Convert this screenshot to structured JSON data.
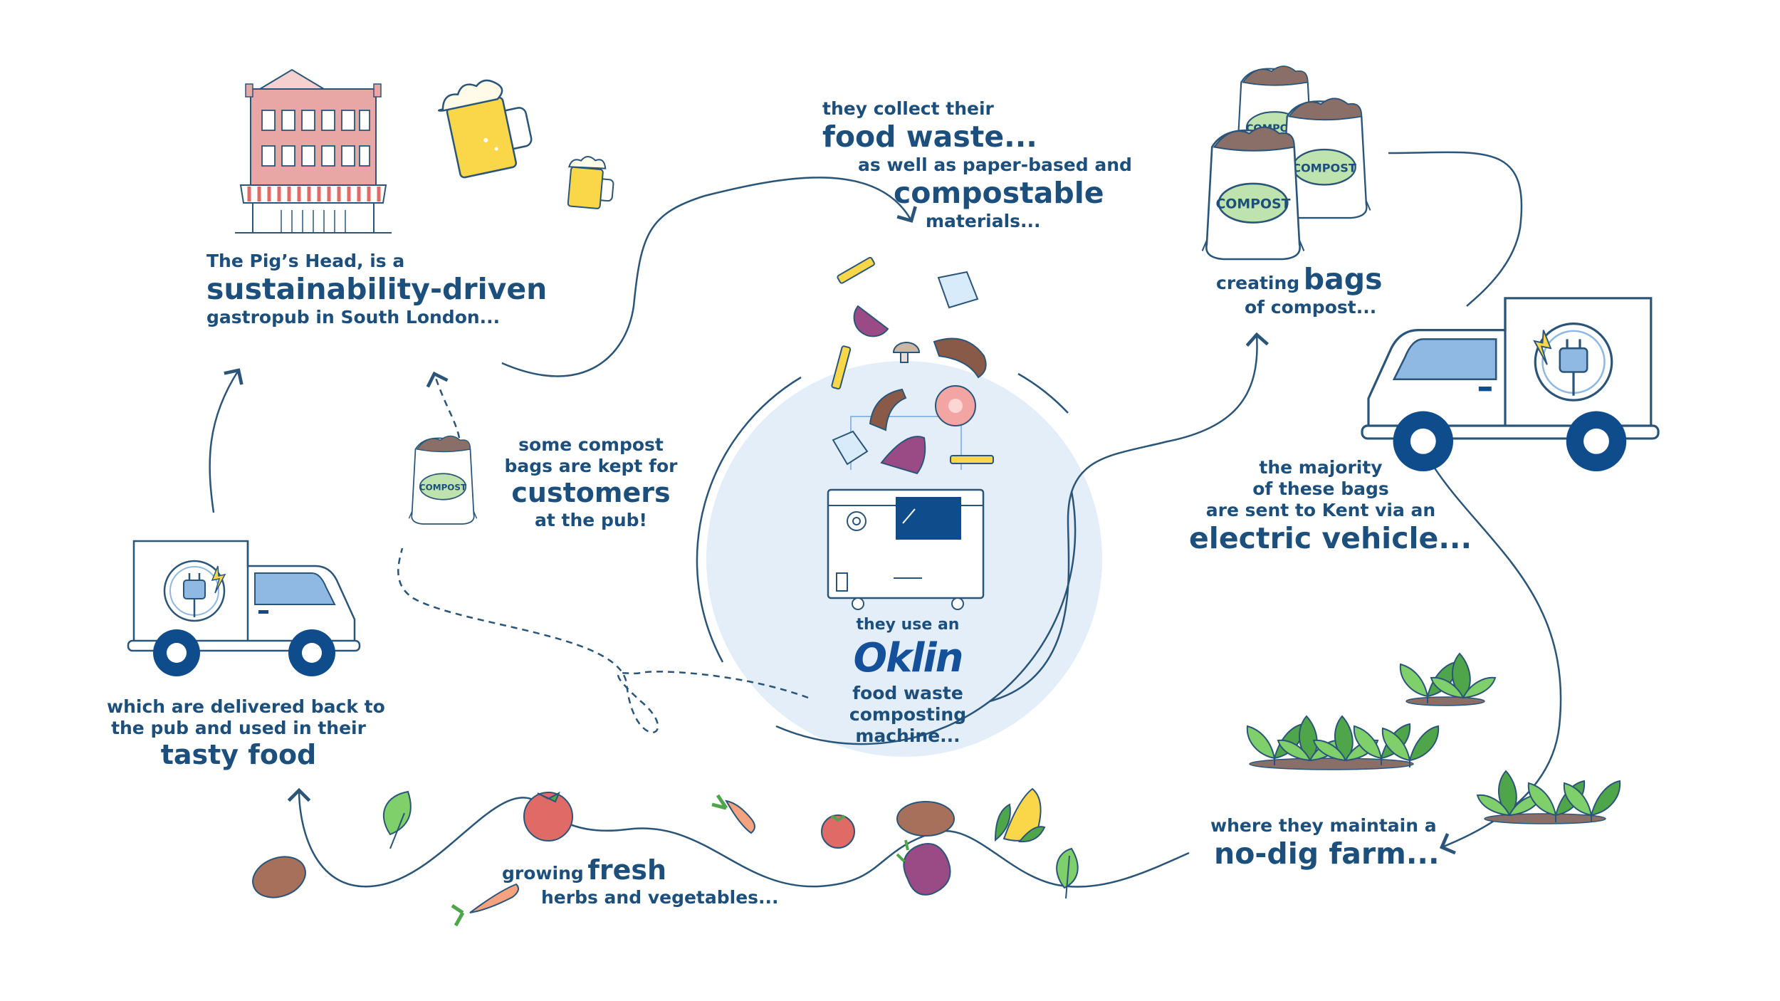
{
  "colors": {
    "navy": "#1d4f7c",
    "line": "#2a5578",
    "circle_fill": "#e3eef8",
    "brick": "#e8a7a4",
    "beer": "#f9d748",
    "compost_label": "#bfe3ae",
    "soil": "#8a6f68",
    "truck_window": "#8fb9e2",
    "wheel": "#0f4c8c"
  },
  "icons": [
    "pub-building-icon",
    "beer-mug-icon",
    "compost-bag-icon",
    "electric-truck-icon",
    "composting-machine-icon",
    "seedling-icon",
    "vegetable-icon"
  ],
  "pub": {
    "line1": "The Pig’s Head, is a",
    "line2": "sustainability-driven",
    "line3": "gastropub in South London..."
  },
  "collect": {
    "line1": "they collect their",
    "line2": "food waste...",
    "line3": "as well as paper-based and",
    "line4": "compostable",
    "line5": "materials..."
  },
  "machine": {
    "line1": "they use an",
    "brand": "Oklin",
    "line2": "food waste",
    "line3": "composting",
    "line4": "machine..."
  },
  "bags": {
    "line1_pre": "creating",
    "line1_big": "bags",
    "line2": "of compost...",
    "label": "COMPOST"
  },
  "kept": {
    "line1": "some compost",
    "line2": "bags are kept for",
    "line3": "customers",
    "line4": "at the pub!"
  },
  "ev": {
    "line1": "the majority",
    "line2": "of these bags",
    "line3": "are sent to Kent via an",
    "line4": "electric vehicle..."
  },
  "farm": {
    "line1": "where they maintain a",
    "line2": "no-dig farm..."
  },
  "grow": {
    "line1_pre": "growing",
    "line1_big": "fresh",
    "line2": "herbs and vegetables..."
  },
  "delivered": {
    "line1": "which are delivered back to",
    "line2": "the pub and used in their",
    "line3": "tasty food"
  }
}
